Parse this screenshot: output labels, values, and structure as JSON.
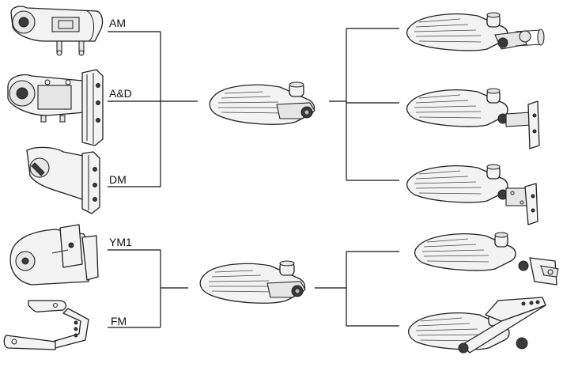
{
  "labels": {
    "am": "AM",
    "ad": "A&D",
    "dm": "DM",
    "ym1": "YM1",
    "fm": "FM"
  }
}
